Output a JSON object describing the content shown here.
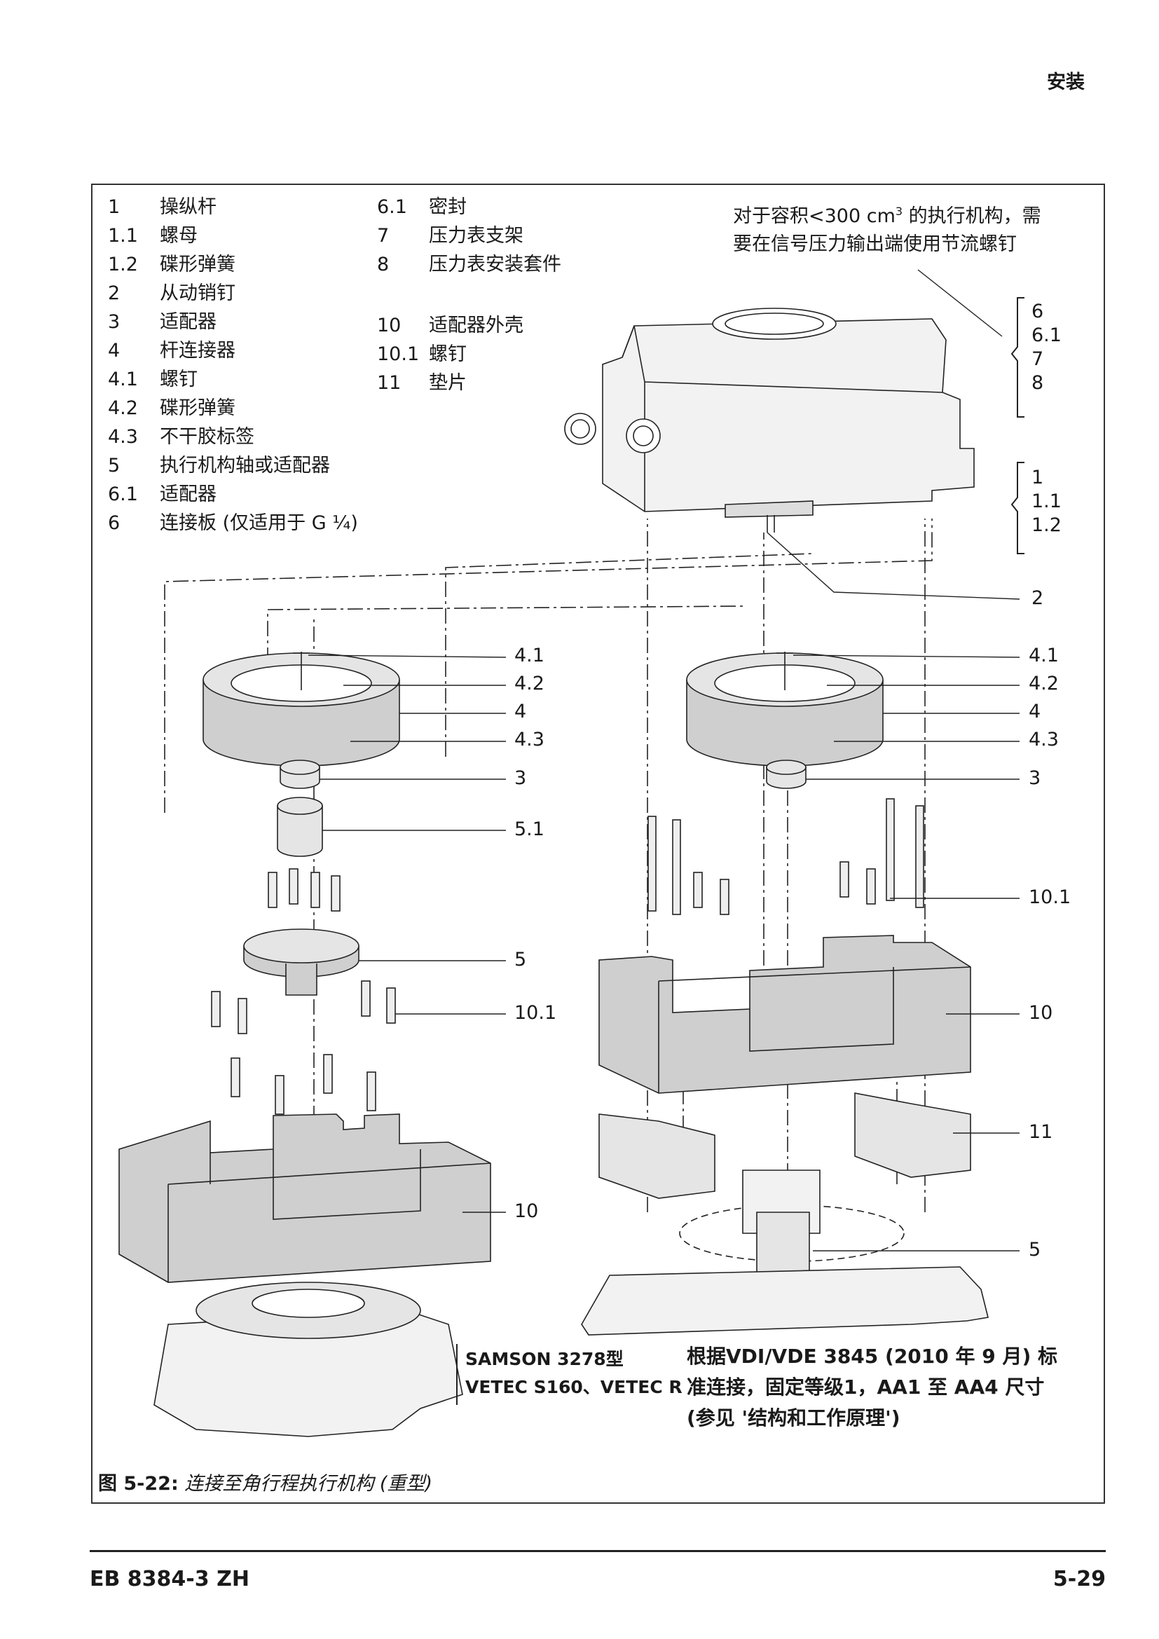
{
  "header": {
    "section": "安装"
  },
  "legend_left": [
    {
      "num": "1",
      "text": "操纵杆"
    },
    {
      "num": "1.1",
      "text": "螺母"
    },
    {
      "num": "1.2",
      "text": "碟形弹簧"
    },
    {
      "num": "2",
      "text": "从动销钉"
    },
    {
      "num": "3",
      "text": "适配器"
    },
    {
      "num": "4",
      "text": "杆连接器"
    },
    {
      "num": "4.1",
      "text": "螺钉"
    },
    {
      "num": "4.2",
      "text": "碟形弹簧"
    },
    {
      "num": "4.3",
      "text": "不干胶标签"
    },
    {
      "num": "5",
      "text": "执行机构轴或适配器"
    },
    {
      "num": "6.1",
      "text": "适配器"
    },
    {
      "num": "6",
      "text": "连接板 (仅适用于 G ¼)"
    }
  ],
  "legend_right_a": [
    {
      "num": "6.1",
      "text": "密封"
    },
    {
      "num": "7",
      "text": "压力表支架"
    },
    {
      "num": "8",
      "text": "压力表安装套件"
    }
  ],
  "legend_right_b": [
    {
      "num": "10",
      "text": "适配器外壳"
    },
    {
      "num": "10.1",
      "text": "螺钉"
    },
    {
      "num": "11",
      "text": "垫片"
    }
  ],
  "note": {
    "line1_pre": "对于容积<300 cm",
    "line1_sup": "3",
    "line1_post": " 的执行机构，需",
    "line2": "要在信号压力输出端使用节流螺钉"
  },
  "bracket_top": [
    "6",
    "6.1",
    "7",
    "8"
  ],
  "bracket_bottom": [
    "1",
    "1.1",
    "1.2"
  ],
  "callouts": {
    "c2": "2",
    "l41": "4.1",
    "l42": "4.2",
    "l4": "4",
    "l43": "4.3",
    "l3": "3",
    "l51": "5.1",
    "l5": "5",
    "l101": "10.1",
    "l10": "10",
    "r41": "4.1",
    "r42": "4.2",
    "r4": "4",
    "r43": "4.3",
    "r3": "3",
    "r101": "10.1",
    "r10": "10",
    "r11": "11",
    "r5": "5"
  },
  "caption_left": [
    "SAMSON 3278型",
    "VETEC S160、VETEC R"
  ],
  "caption_right": [
    "根据VDI/VDE 3845 (2010 年 9 月) 标",
    "准连接，固定等级1，AA1 至 AA4 尺寸",
    "(参见 '结构和工作原理')"
  ],
  "figure_caption": {
    "label": "图 5-22:",
    "text": " 连接至角行程执行机构 (重型)"
  },
  "footer": {
    "doc": "EB 8384-3 ZH",
    "page": "5-29"
  }
}
